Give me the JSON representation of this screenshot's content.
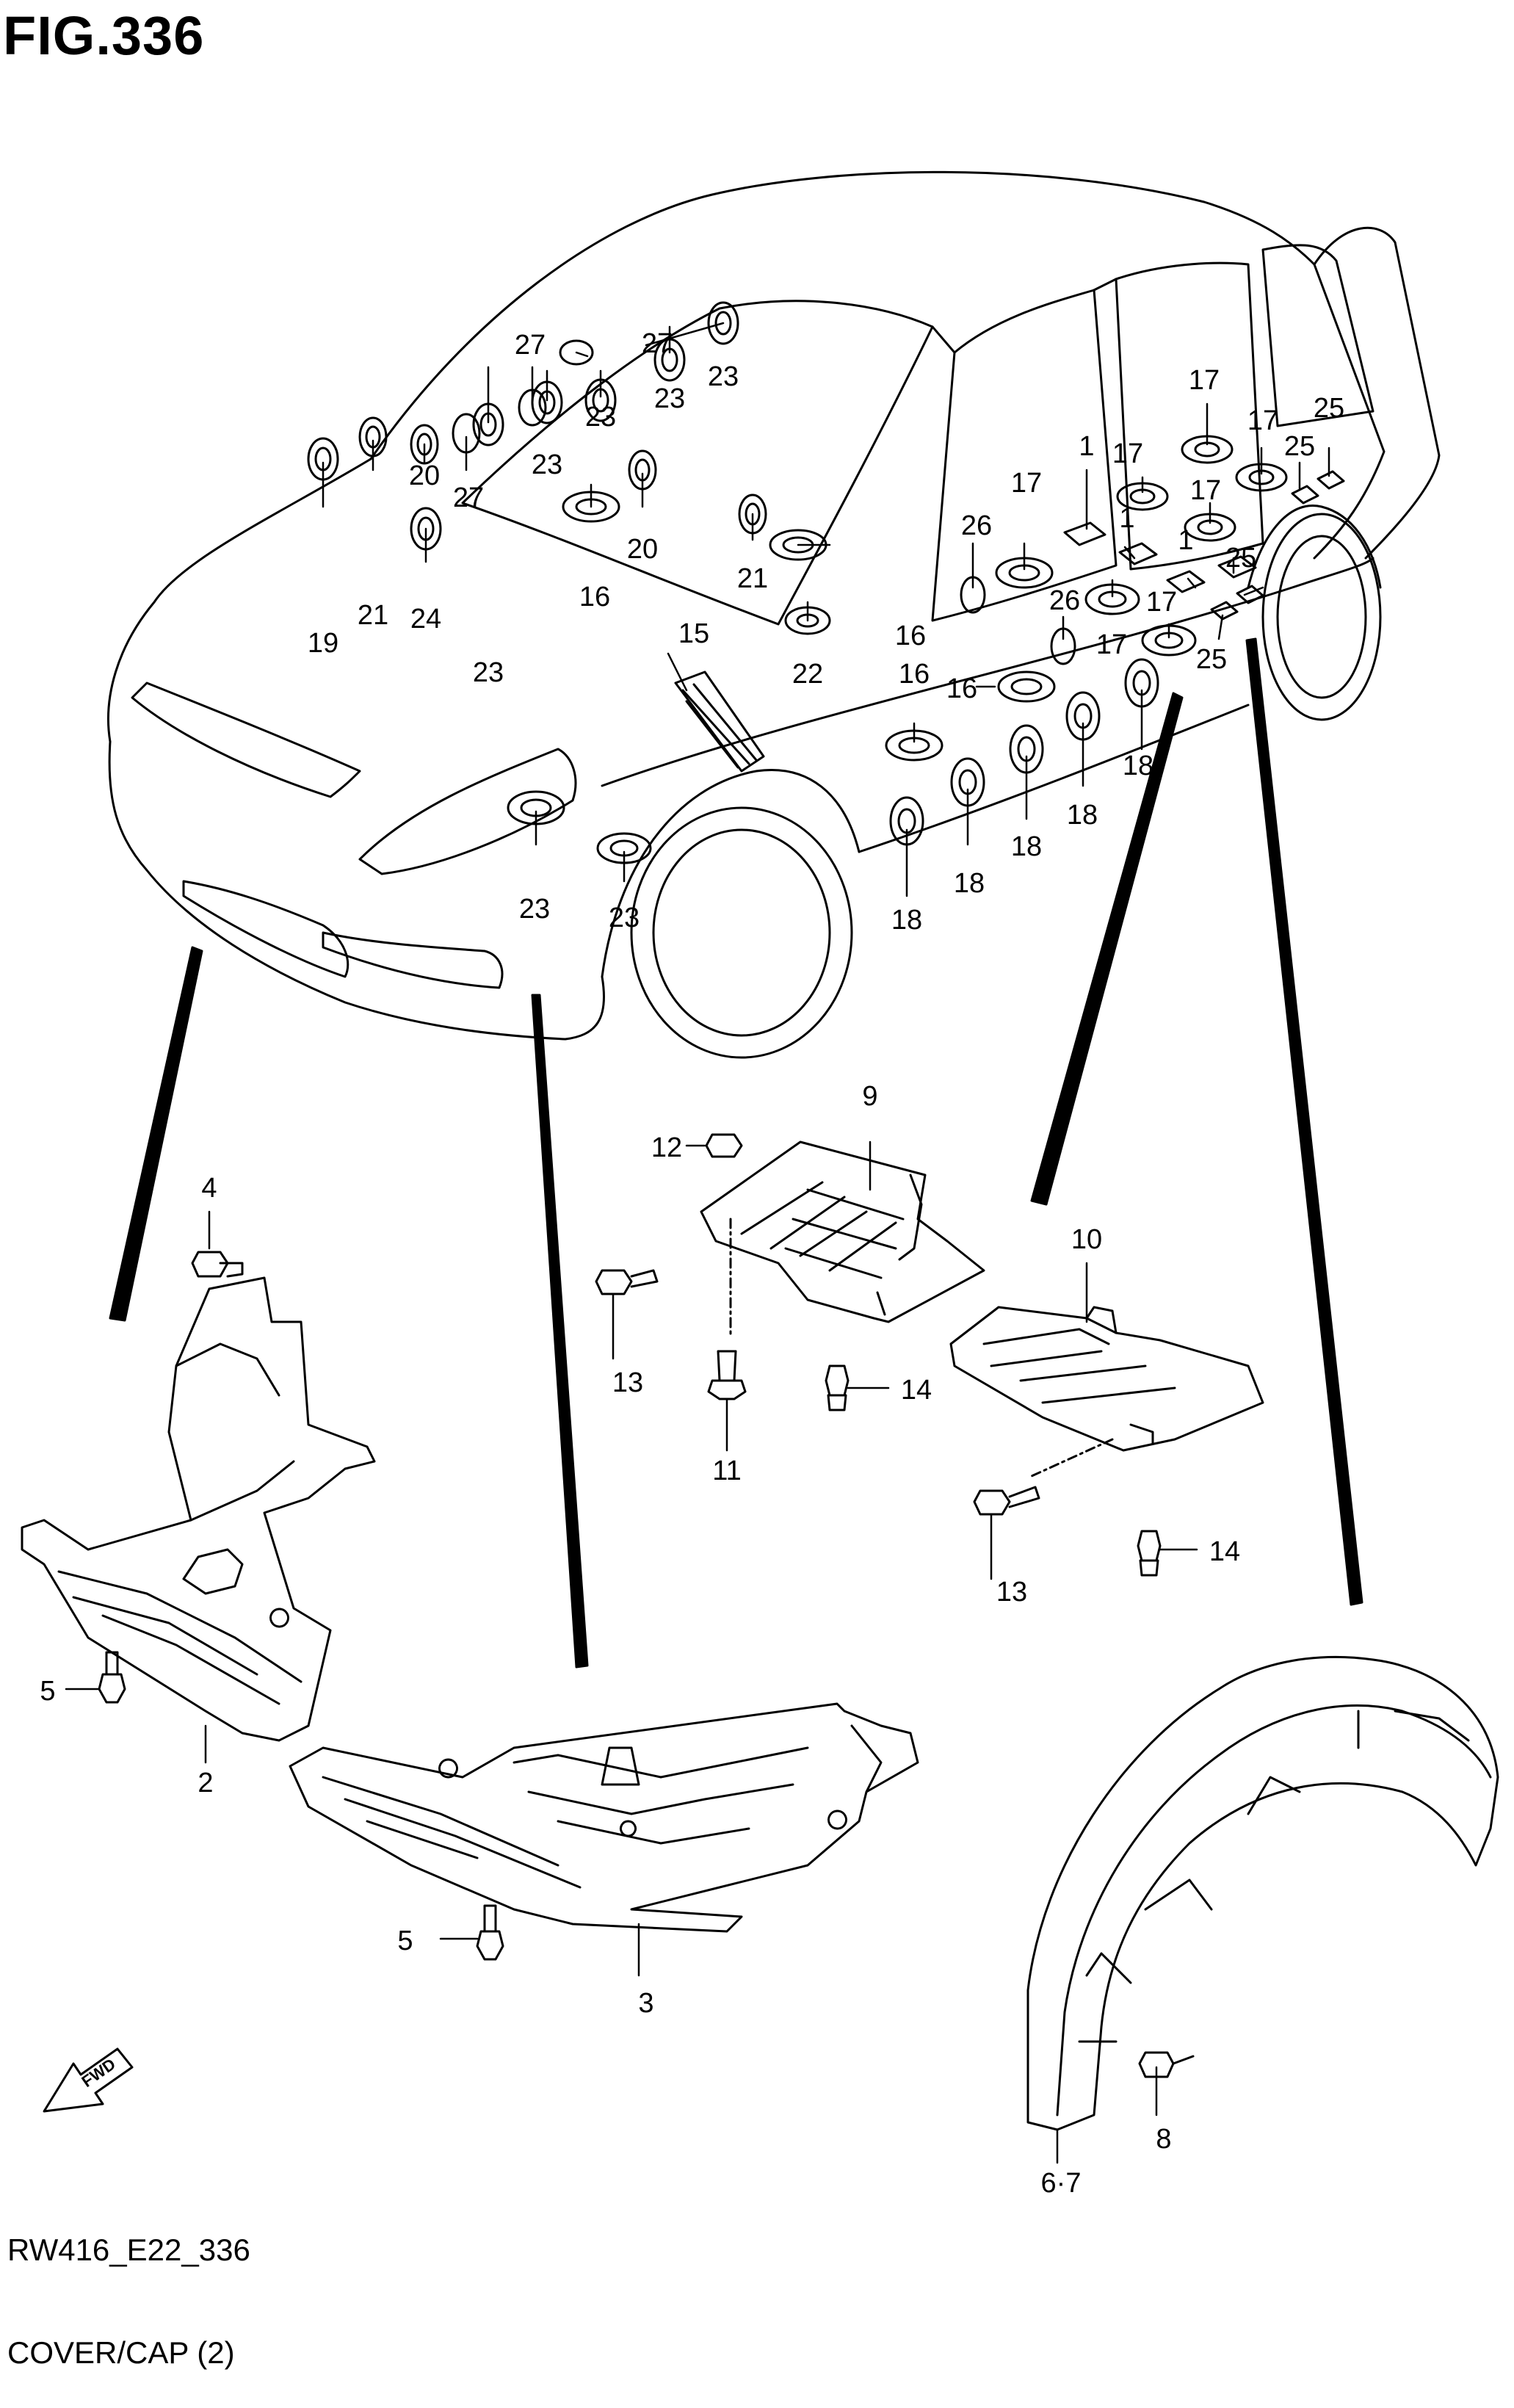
{
  "figure": {
    "title": "FIG.336",
    "code": "RW416_E22_336",
    "caption": "COVER/CAP (2)",
    "fwd_label": "FWD"
  },
  "callouts": [
    {
      "id": "c1a",
      "text": "1"
    },
    {
      "id": "c1b",
      "text": "1"
    },
    {
      "id": "c1c",
      "text": "1"
    },
    {
      "id": "c2",
      "text": "2"
    },
    {
      "id": "c3",
      "text": "3"
    },
    {
      "id": "c4",
      "text": "4"
    },
    {
      "id": "c5a",
      "text": "5"
    },
    {
      "id": "c5b",
      "text": "5"
    },
    {
      "id": "c67",
      "text": "6·7"
    },
    {
      "id": "c8",
      "text": "8"
    },
    {
      "id": "c9",
      "text": "9"
    },
    {
      "id": "c10",
      "text": "10"
    },
    {
      "id": "c11",
      "text": "11"
    },
    {
      "id": "c12",
      "text": "12"
    },
    {
      "id": "c13a",
      "text": "13"
    },
    {
      "id": "c13b",
      "text": "13"
    },
    {
      "id": "c14a",
      "text": "14"
    },
    {
      "id": "c14b",
      "text": "14"
    },
    {
      "id": "c15",
      "text": "15"
    },
    {
      "id": "c16a",
      "text": "16"
    },
    {
      "id": "c16b",
      "text": "16"
    },
    {
      "id": "c16c",
      "text": "16"
    },
    {
      "id": "c16d",
      "text": "16"
    },
    {
      "id": "c17a",
      "text": "17"
    },
    {
      "id": "c17b",
      "text": "17"
    },
    {
      "id": "c17c",
      "text": "17"
    },
    {
      "id": "c17d",
      "text": "17"
    },
    {
      "id": "c17e",
      "text": "17"
    },
    {
      "id": "c17f",
      "text": "17"
    },
    {
      "id": "c17g",
      "text": "17"
    },
    {
      "id": "c18a",
      "text": "18"
    },
    {
      "id": "c18b",
      "text": "18"
    },
    {
      "id": "c18c",
      "text": "18"
    },
    {
      "id": "c18d",
      "text": "18"
    },
    {
      "id": "c18e",
      "text": "18"
    },
    {
      "id": "c19",
      "text": "19"
    },
    {
      "id": "c20a",
      "text": "20"
    },
    {
      "id": "c20b",
      "text": "20"
    },
    {
      "id": "c21a",
      "text": "21"
    },
    {
      "id": "c21b",
      "text": "21"
    },
    {
      "id": "c22",
      "text": "22"
    },
    {
      "id": "c23a",
      "text": "23"
    },
    {
      "id": "c23b",
      "text": "23"
    },
    {
      "id": "c23c",
      "text": "23"
    },
    {
      "id": "c23d",
      "text": "23"
    },
    {
      "id": "c23e",
      "text": "23"
    },
    {
      "id": "c23f",
      "text": "23"
    },
    {
      "id": "c23g",
      "text": "23"
    },
    {
      "id": "c24",
      "text": "24"
    },
    {
      "id": "c25a",
      "text": "25"
    },
    {
      "id": "c25b",
      "text": "25"
    },
    {
      "id": "c25c",
      "text": "25"
    },
    {
      "id": "c25d",
      "text": "25"
    },
    {
      "id": "c26a",
      "text": "26"
    },
    {
      "id": "c26b",
      "text": "26"
    },
    {
      "id": "c27a",
      "text": "27"
    },
    {
      "id": "c27b",
      "text": "27"
    },
    {
      "id": "c27c",
      "text": "27"
    }
  ]
}
